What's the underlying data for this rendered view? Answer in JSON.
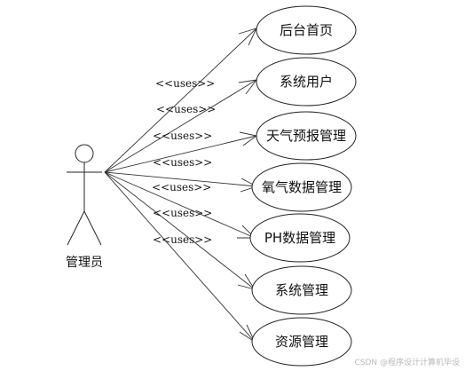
{
  "actor": {
    "label": "管理员"
  },
  "relation_label": "<<uses>>",
  "use_cases": [
    {
      "label": "后台首页"
    },
    {
      "label": "系统用户"
    },
    {
      "label": "天气预报管理"
    },
    {
      "label": "氧气数据管理"
    },
    {
      "label": "PH数据管理"
    },
    {
      "label": "系统管理"
    },
    {
      "label": "资源管理"
    }
  ],
  "watermark": "CSDN @程序设计计算机毕设"
}
